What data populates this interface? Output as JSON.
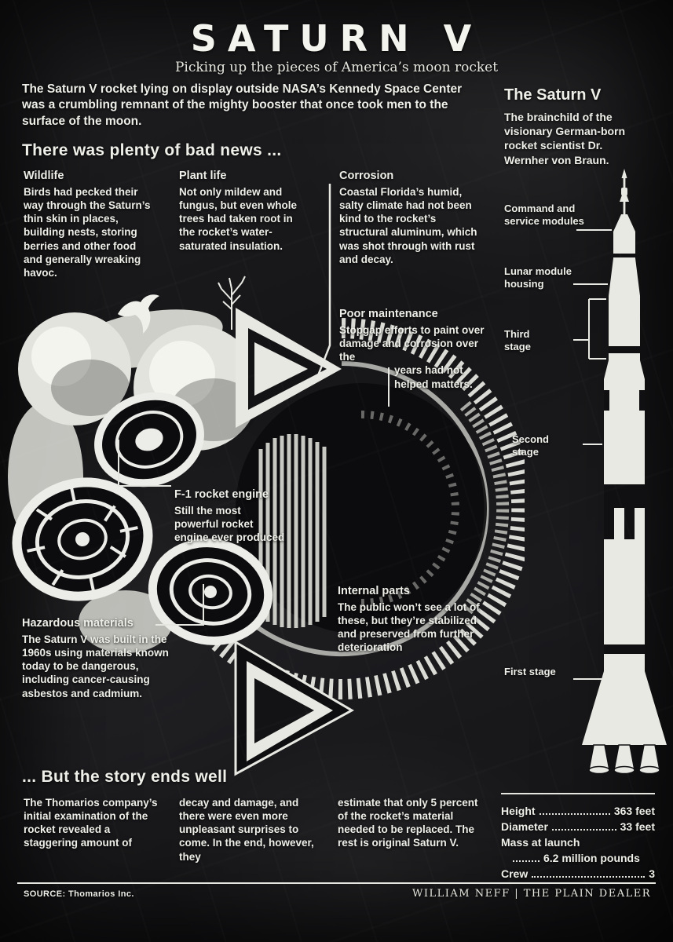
{
  "header": {
    "title": "SATURN V",
    "subtitle": "Picking up the pieces of America’s moon rocket"
  },
  "intro": "The Saturn V rocket lying on display outside NASA’s Kennedy Space Center was a crumbling remnant of the mighty booster that once took men to the surface of the moon.",
  "bad_news": {
    "heading": "There was plenty of bad news ...",
    "items": [
      {
        "title": "Wildlife",
        "body": "Birds had pecked their way through the Saturn’s thin skin in places, building nests, storing berries and other food and generally wreaking havoc."
      },
      {
        "title": "Plant life",
        "body": "Not only mildew and fungus, but even whole trees had taken root in the rocket’s water-saturated insulation."
      },
      {
        "title": "Corrosion",
        "body": "Coastal Florida’s humid, salty climate had not been kind to the rocket’s structural aluminum, which was shot through with rust and decay."
      },
      {
        "title": "Poor maintenance",
        "body": "Stopgap efforts to paint over damage and corrosion over the",
        "body2": "years had not helped matters."
      },
      {
        "title": "F-1 rocket engine",
        "body": "Still the most powerful rocket engine ever produced"
      },
      {
        "title": "Internal parts",
        "body": "The public won’t see a lot of these, but they’re stabilized and preserved from further deterioration"
      },
      {
        "title": "Hazardous materials",
        "body": "The Saturn V was built in the 1960s using materials known today to be dangerous, including cancer-causing asbestos and cadmium."
      }
    ]
  },
  "sidebar": {
    "heading": "The Saturn V",
    "body": "The brainchild of the visionary German-born rocket scientist Dr. Wernher von Braun."
  },
  "rocket": {
    "labels": [
      "Command and service modules",
      "Lunar module housing",
      "Third stage",
      "Second stage",
      "First stage"
    ]
  },
  "ending": {
    "heading": "... But the story ends well",
    "cols": [
      "The Thomarios company’s initial examination of the rocket revealed a staggering amount of",
      "decay and damage, and there were even more unpleasant surprises to come. In the end, however, they",
      "estimate that only 5 percent of the rocket’s material needed to be replaced. The rest is original Saturn V."
    ]
  },
  "stats": [
    {
      "label": "Height",
      "value": "363 feet"
    },
    {
      "label": "Diameter",
      "value": "33 feet"
    },
    {
      "label": "Mass at launch",
      "value": "6.2 million pounds"
    },
    {
      "label": "Crew",
      "value": "3"
    }
  ],
  "footer": {
    "source": "SOURCE: Thomarios Inc.",
    "credit": "WILLIAM NEFF | THE PLAIN DEALER"
  },
  "colors": {
    "background": "#141416",
    "ink": "#efefe9"
  }
}
